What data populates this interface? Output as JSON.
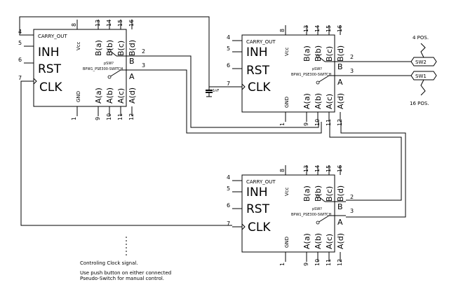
{
  "colors": {
    "ink": "#000000",
    "paper": "#ffffff"
  },
  "chip_pins": {
    "carry_out": "CARRY_OUT",
    "inh": "INH",
    "rst": "RST",
    "clk": "CLK",
    "vcc": "Vcc",
    "gnd": "GND",
    "b_out": "B",
    "a_out": "A",
    "b_inputs": [
      "B(a)",
      "B(b)",
      "B(c)",
      "B(d)"
    ],
    "a_inputs": [
      "A(a)",
      "A(b)",
      "A(c)",
      "A(d)"
    ],
    "part_ref": "pSW?",
    "part_name": "BPW1_PSE300-SWITCH",
    "pin_carry": "4",
    "pin_inh": "5",
    "pin_rst": "6",
    "pin_clk": "7",
    "pin_vcc": "8",
    "pin_gnd": "1",
    "pin_b_out": "2",
    "pin_a_out": "3",
    "top_pins": [
      "13",
      "14",
      "15",
      "16"
    ],
    "bottom_pins": [
      "9",
      "10",
      "11",
      "12"
    ]
  },
  "capacitor_label": "1nF",
  "connectors": {
    "sw2": "SW2",
    "sw1": "SW1",
    "pos4": "4 POS.",
    "pos16": "16 POS."
  },
  "notes": {
    "line1": "Controling Clock signal.",
    "line2": "Use push button on either connected",
    "line3": "Pseudo-Switch for manual control."
  }
}
